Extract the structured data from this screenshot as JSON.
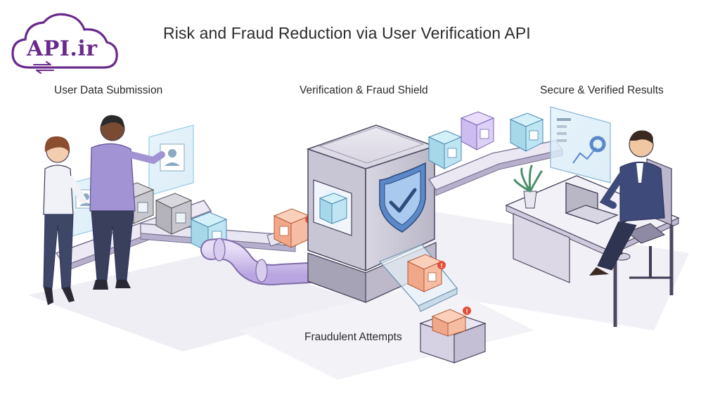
{
  "logo": {
    "text": "API.ir"
  },
  "title": "Risk and Fraud Reduction via User Verification API",
  "stages": {
    "submission": "User Data Submission",
    "verification": "Verification & Fraud Shield",
    "results": "Secure & Verified Results",
    "fraud": "Fraudulent Attempts"
  },
  "colors": {
    "brand": "#6a2a8c",
    "machine": "#c9c6d6",
    "valid_cube": "#b9e6f2",
    "fraud_cube": "#f7b79a",
    "alert": "#e4503a",
    "shield": "#5b88c9"
  },
  "icons": [
    "user-profile-icon",
    "shield-check-icon",
    "alert-icon",
    "laptop-icon",
    "chart-icon"
  ]
}
